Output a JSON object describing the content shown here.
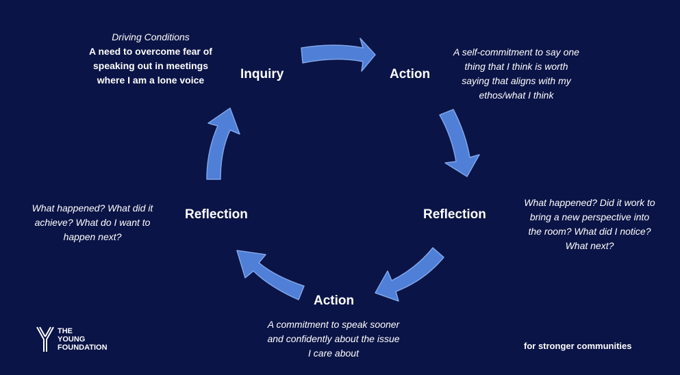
{
  "nodes": {
    "inquiry": "Inquiry",
    "action_top": "Action",
    "reflection_right": "Reflection",
    "action_bottom": "Action",
    "reflection_left": "Reflection"
  },
  "notes": {
    "driving": {
      "heading": "Driving Conditions",
      "lines": [
        "A need to overcome fear of",
        "speaking out in meetings",
        "where I am a lone voice"
      ]
    },
    "action_top": {
      "lines": [
        "A self-commitment to say one",
        "thing that  I think is worth",
        "saying  that aligns with my",
        "ethos/what I think"
      ]
    },
    "reflection_right": {
      "lines": [
        "What happened? Did it work to",
        "bring a new perspective into",
        "the room? What did I notice?",
        "What next?"
      ]
    },
    "action_bottom": {
      "lines": [
        "A commitment to speak sooner",
        "and confidently about the issue",
        "I care about"
      ]
    },
    "reflection_left": {
      "lines": [
        "What happened? What did it",
        "achieve? What do I want to",
        "happen next?"
      ]
    }
  },
  "logo": {
    "lines": [
      "THE",
      "YOUNG",
      "FOUNDATION"
    ]
  },
  "tagline": "for stronger communities",
  "colors": {
    "background": "#0b1446",
    "arrow": "#4f7fd6",
    "arrow_edge": "#7fa6ea",
    "text": "#ffffff"
  }
}
